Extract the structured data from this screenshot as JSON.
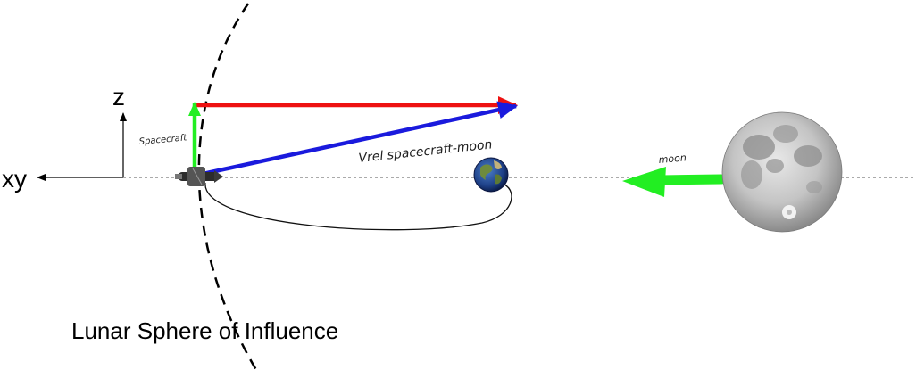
{
  "axes": {
    "z_label": "z",
    "xy_label": "xy"
  },
  "labels": {
    "spacecraft_velocity": "Spacecraft",
    "relative_velocity": "Vrel spacecraft-moon",
    "moon_velocity": "moon",
    "sphere_of_influence": "Lunar Sphere of Influence"
  },
  "colors": {
    "red_vector": "#ee1111",
    "blue_vector": "#1a1add",
    "green_vector": "#22ee22",
    "soi_boundary": "#000000",
    "orbit": "#000000"
  }
}
